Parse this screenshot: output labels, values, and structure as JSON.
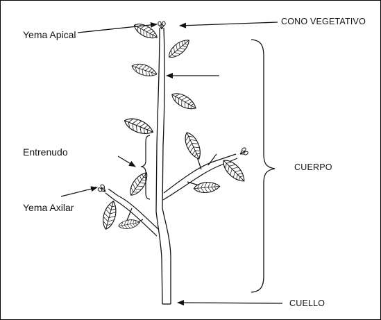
{
  "labels": {
    "yema_apical": "Yema Apical",
    "cono_vegetativo": "CONO VEGETATIVO",
    "entrenudo": "Entrenudo",
    "cuerpo": "CUERPO",
    "yema_axilar": "Yema Axilar",
    "cuello": "CUELLO"
  },
  "colors": {
    "stroke": "#111111",
    "background": "#ffffff"
  }
}
